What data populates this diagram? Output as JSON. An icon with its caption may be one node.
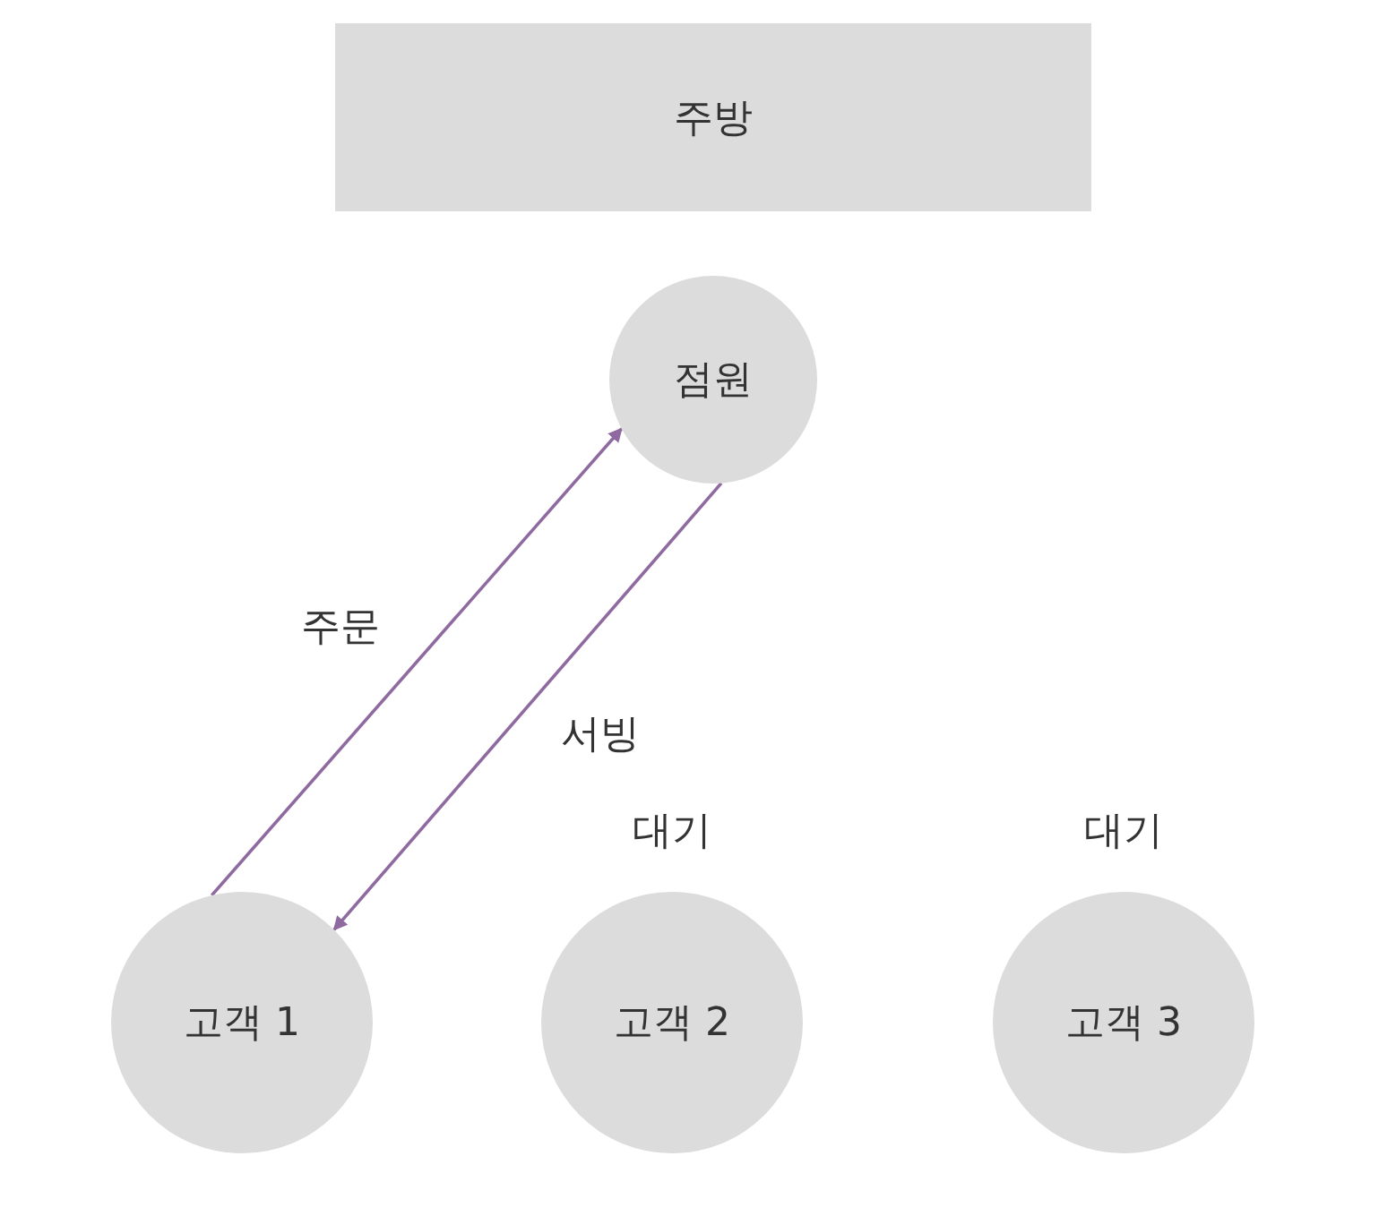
{
  "diagram": {
    "nodes": [
      {
        "text": [
          "주방"
        ]
      },
      {
        "text": [
          "점원"
        ]
      },
      {
        "text": [
          "고객 1"
        ]
      },
      {
        "text": [
          "고객 2"
        ],
        "beside": [
          "대기"
        ]
      },
      {
        "text": [
          "고객 3"
        ],
        "beside": [
          "대기"
        ]
      }
    ],
    "edges": [
      {
        "from": 2,
        "to": 1,
        "arrow": "to",
        "label": "주문"
      },
      {
        "from": 1,
        "to": 2,
        "arrow": "to",
        "label": "서빙"
      }
    ]
  }
}
